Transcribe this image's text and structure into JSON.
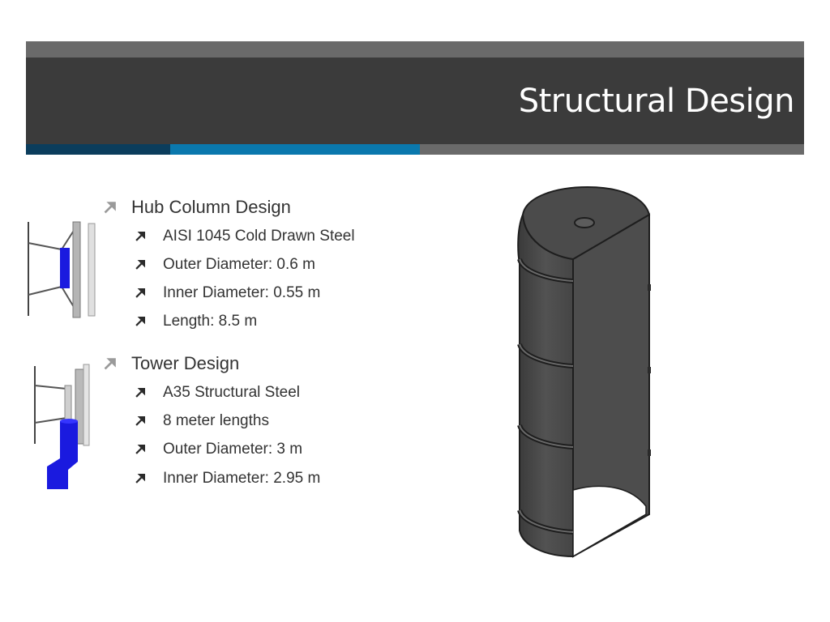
{
  "slide": {
    "title": "Structural Design"
  },
  "sections": [
    {
      "heading": "Hub Column Design",
      "items": [
        "AISI 1045 Cold Drawn Steel",
        "Outer Diameter: 0.6 m",
        "Inner Diameter: 0.55 m",
        "Length: 8.5 m"
      ]
    },
    {
      "heading": "Tower Design",
      "items": [
        "A35 Structural Steel",
        "8 meter lengths",
        "Outer Diameter: 3 m",
        "Inner Diameter: 2.95 m"
      ]
    }
  ],
  "colors": {
    "header_top": "#6a6a6a",
    "header_main": "#3b3b3b",
    "stripe_dark_blue": "#0b3d5c",
    "stripe_blue": "#0a78ad",
    "stripe_gray": "#6a6a6a",
    "highlight_blue": "#1a1adf",
    "cylinder_gray": "#4a4a4a"
  }
}
